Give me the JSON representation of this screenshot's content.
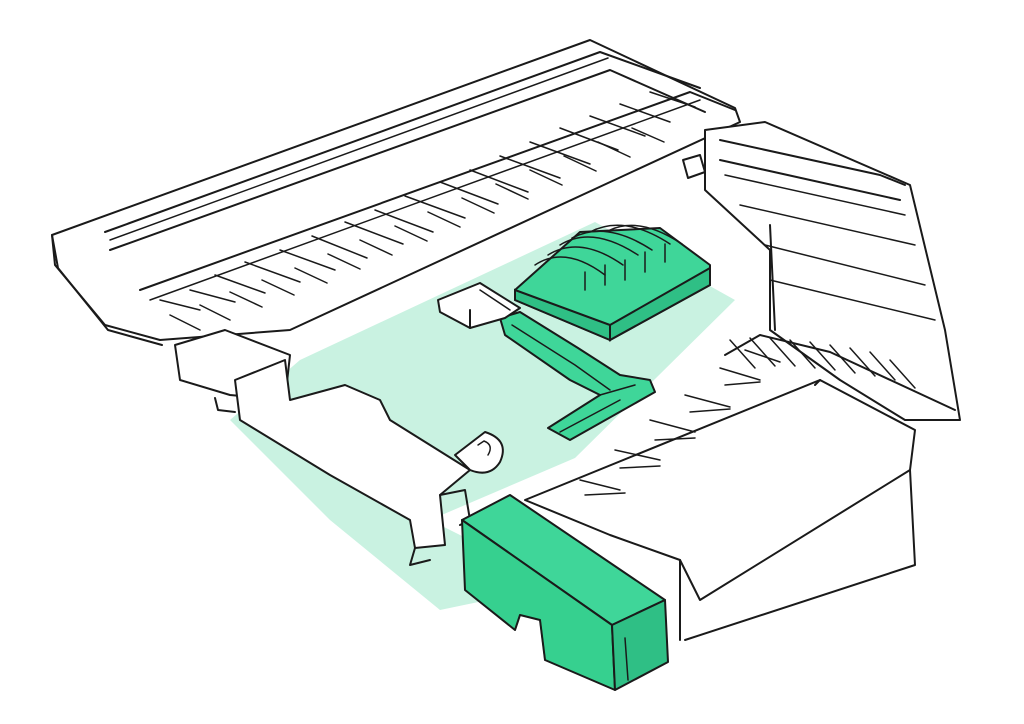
{
  "drawing": {
    "style": "axonometric hand sketch",
    "colors": {
      "ink": "#1a1a1a",
      "courtyard_fill": "#c9f2e1",
      "highlight_fill": "#3fd699",
      "highlight_side": "#2fbf85",
      "paper": "#ffffff"
    },
    "elements": [
      "north-building-long-roof",
      "east-building-wing",
      "southeast-building-block",
      "west-building-block",
      "courtyard-ground",
      "new-sawtooth-building",
      "new-connector-walkway",
      "new-corner-building",
      "small-kiosk-pavilion",
      "courtyard-entry-structure"
    ]
  }
}
